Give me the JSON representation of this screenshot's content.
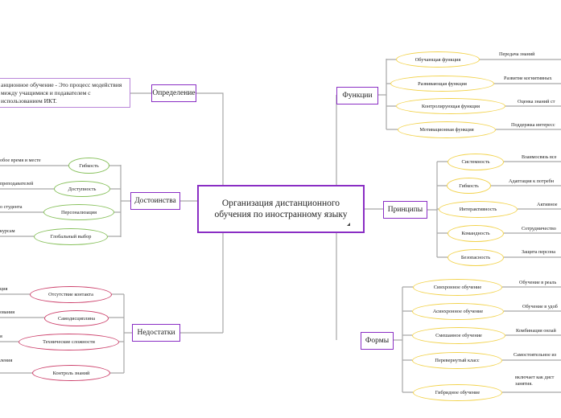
{
  "central": {
    "title": "Организация дистанционного обучения по иностранному языку"
  },
  "definition": {
    "label": "Определение",
    "text": "анционное обучение  - Это процесс модействия между учащимися и подавателем с использованием ИКТ."
  },
  "advantages": {
    "label": "Достоинства",
    "items": [
      {
        "oval": "Гибкость",
        "leaf": "обое время и месте"
      },
      {
        "oval": "Доступность",
        "leaf": "преподавателей"
      },
      {
        "oval": "Персонализация",
        "leaf": "о студента"
      },
      {
        "oval": "Глобальный выбор",
        "leaf": "курсам"
      }
    ]
  },
  "disadvantages": {
    "label": "Недостатки",
    "items": [
      {
        "oval": "Отсутствие контакта",
        "leaf": "ция"
      },
      {
        "oval": "Самодисциплина",
        "leaf": "ования"
      },
      {
        "oval": "Технические сложности",
        "leaf": "я"
      },
      {
        "oval": "Контроль знаний",
        "leaf": "ления"
      }
    ]
  },
  "functions": {
    "label": "Функции",
    "items": [
      {
        "oval": "Обучающая функция",
        "leaf": "Передача знаний"
      },
      {
        "oval": "Развивающая функция",
        "leaf": "Развитие когнитивных"
      },
      {
        "oval": "Контролирующая функция",
        "leaf": "Оценка знаний ст"
      },
      {
        "oval": "Мотивационная функция",
        "leaf": "Поддержка интересс"
      }
    ]
  },
  "principles": {
    "label": "Принципы",
    "items": [
      {
        "oval": "Системность",
        "leaf": "Взаимосвязь все"
      },
      {
        "oval": "Гибкость",
        "leaf": "Адаптация к потребн"
      },
      {
        "oval": "Интерактивность",
        "leaf": "Активное"
      },
      {
        "oval": "Командность",
        "leaf": "Сотрудничество"
      },
      {
        "oval": "Безопасность",
        "leaf": "Защита персона"
      }
    ]
  },
  "forms": {
    "label": "Формы",
    "items": [
      {
        "oval": "Синхронное обучение",
        "leaf": "Обучение в реаль"
      },
      {
        "oval": "Асинхронное обучение",
        "leaf": "Обучение в удоб"
      },
      {
        "oval": "Смешанное обучение",
        "leaf": "Комбинация онлай"
      },
      {
        "oval": "Перевернутый класс",
        "leaf": "Самостоятельное из"
      },
      {
        "oval": "Гибридное обучение",
        "leaf": "включает как дист занятия."
      }
    ]
  },
  "colors": {
    "main_border": "#8a2ec4",
    "connector": "#a6a6a6",
    "functions_forms_oval": "#f2d24a",
    "principles_oval": "#f2d24a",
    "advantages_oval": "#86c05a",
    "disadvantages_oval": "#cc3f6a"
  }
}
